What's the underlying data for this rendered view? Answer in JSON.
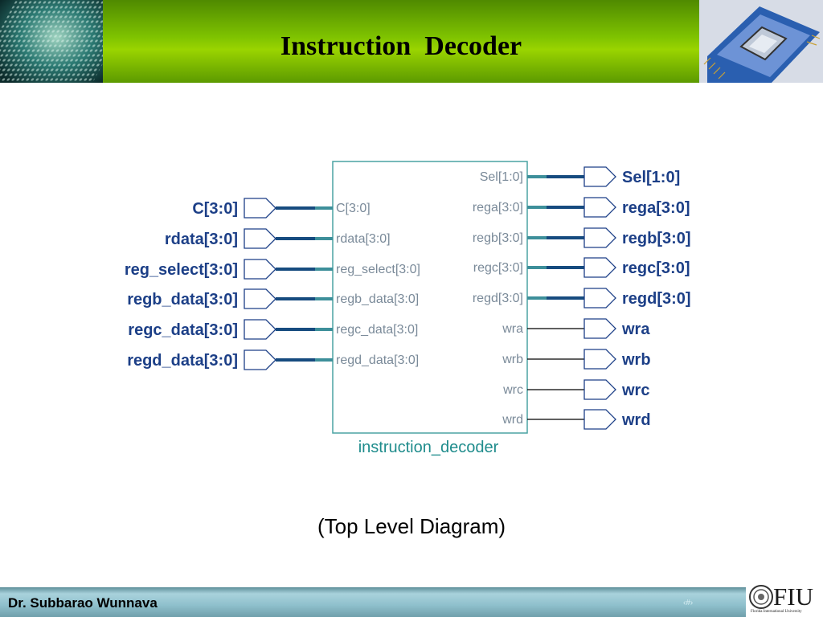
{
  "slide_title": "Instruction  Decoder",
  "caption": "(Top Level Diagram)",
  "footer": {
    "author": "Dr. Subbarao Wunnava",
    "page_number": "‹#›"
  },
  "logo": {
    "name": "FIU",
    "subtitle": "Florida International University"
  },
  "diagram": {
    "block_name": "instruction_decoder",
    "colors": {
      "block_border": "#4aa3a3",
      "bus_wire": "#164b7f",
      "bus_stub": "#3d8f9a",
      "single_wire": "#000000",
      "pin_label": "#7a8a99",
      "port_label": "#1c3f87",
      "block_name": "#1f8c8c"
    },
    "inputs": [
      {
        "name": "C[3:0]",
        "pin": "C[3:0]"
      },
      {
        "name": "rdata[3:0]",
        "pin": "rdata[3:0]"
      },
      {
        "name": "reg_select[3:0]",
        "pin": "reg_select[3:0]"
      },
      {
        "name": "regb_data[3:0]",
        "pin": "regb_data[3:0]"
      },
      {
        "name": "regc_data[3:0]",
        "pin": "regc_data[3:0]"
      },
      {
        "name": "regd_data[3:0]",
        "pin": "regd_data[3:0]"
      }
    ],
    "outputs": [
      {
        "name": "Sel[1:0]",
        "pin": "Sel[1:0]",
        "bus": true
      },
      {
        "name": "rega[3:0]",
        "pin": "rega[3:0]",
        "bus": true
      },
      {
        "name": "regb[3:0]",
        "pin": "regb[3:0]",
        "bus": true
      },
      {
        "name": "regc[3:0]",
        "pin": "regc[3:0]",
        "bus": true
      },
      {
        "name": "regd[3:0]",
        "pin": "regd[3:0]",
        "bus": true
      },
      {
        "name": "wra",
        "pin": "wra",
        "bus": false
      },
      {
        "name": "wrb",
        "pin": "wrb",
        "bus": false
      },
      {
        "name": "wrc",
        "pin": "wrc",
        "bus": false
      },
      {
        "name": "wrd",
        "pin": "wrd",
        "bus": false
      }
    ]
  }
}
